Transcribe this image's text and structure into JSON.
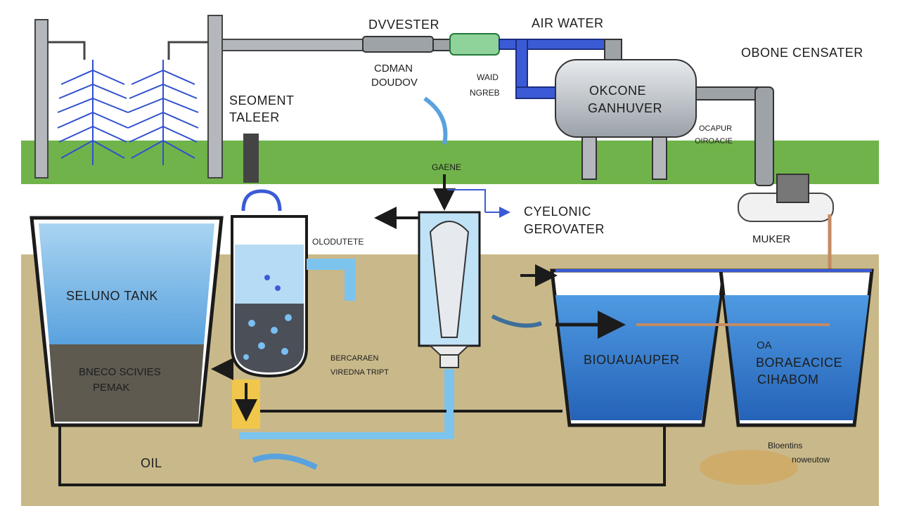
{
  "colors": {
    "sky": "#ffffff",
    "grass": "#6fb34a",
    "soil": "#c9b98a",
    "water": "#4f9bd9",
    "deep_water": "#2f78c8",
    "pipe_gray": "#9ea3a8",
    "pipe_blue": "#3b5bd6",
    "pipe_light": "#7cc4ee",
    "sludge": "#5e5a50",
    "outline": "#1b1b1b"
  },
  "labels": {
    "dvester": "DVVESTER",
    "air_water": "AIR WATER",
    "ozone_generator_top": "OBONE CENSATER",
    "cdman": "CDMAN",
    "doudow": "DOUDOV",
    "waid": "WAID",
    "ncreb": "NGREB",
    "okcone_1": "OKCONE",
    "okcone_2": "GANHUVER",
    "ocapur_1": "OCAPUR",
    "ocapur_2": "OIROACIE",
    "sediment_1": "SEOMENT",
    "sediment_2": "TALEER",
    "gaene": "GAENE",
    "cyclonic_1": "CYELONIC",
    "cyclonic_2": "GEROVATER",
    "mixer": "MUKER",
    "flow_label": "OLODUTETE",
    "settling_tank": "SELUNO TANK",
    "sludge_1": "BNECO SCIVIES",
    "sludge_2": "PEMAK",
    "filter_note_1": "BERCARAEN",
    "filter_note_2": "VIREDNA TRIPT",
    "bioreactor": "BIOUAUAUPER",
    "chamber_1": "OA",
    "chamber_2": "BORAEACICE",
    "chamber_3": "CIHABOM",
    "oil": "OIL",
    "outflow_1": "Bloentins",
    "outflow_2": "noweutow"
  },
  "icons": {
    "spray_left": "spray-nozzle-icon",
    "spray_right": "spray-nozzle-icon",
    "flow_arrow": "flow-arrow-icon"
  }
}
